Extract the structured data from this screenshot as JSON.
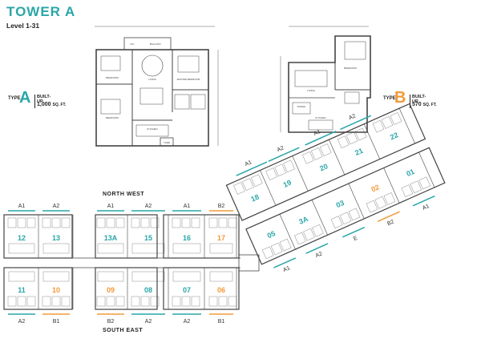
{
  "header": {
    "title": "TOWER A",
    "subtitle": "Level 1-31"
  },
  "type_a": {
    "label": "TYPE",
    "letter": "A",
    "built_up_label": "BUILT-UP",
    "size": "1,000",
    "unit": "SQ. FT."
  },
  "type_b": {
    "label": "TYPE",
    "letter": "B",
    "built_up_label": "BUILT-UP",
    "size": "570",
    "unit": "SQ. FT."
  },
  "compass": {
    "north": "NORTH WEST",
    "south": "SOUTH EAST"
  },
  "colors": {
    "teal": "#2aa6a8",
    "orange": "#f29a3a",
    "line": "#333333",
    "wall": "#444444"
  },
  "units_left_top": [
    "12",
    "13",
    "13A",
    "15",
    "16",
    "17"
  ],
  "units_left_bottom": [
    "11",
    "10",
    "09",
    "08",
    "07",
    "06"
  ],
  "types_left_top": [
    "A1",
    "A2",
    "A1",
    "A2",
    "A1",
    "B2"
  ],
  "types_left_bottom": [
    "A2",
    "B1",
    "B2",
    "A2",
    "A2",
    "B1"
  ],
  "units_right_top": [
    "18",
    "19",
    "20",
    "21",
    "22"
  ],
  "units_right_bottom": [
    "05",
    "3A",
    "03",
    "02",
    "01"
  ],
  "types_right_top": [
    "A1",
    "A2",
    "A1",
    "A2"
  ],
  "types_right_bottom": [
    "A1",
    "A2",
    "E",
    "B2",
    "A1"
  ],
  "room_labels": {
    "living": "LIVING",
    "bedroom": "BEDROOM",
    "kitchen": "KITCHEN",
    "dining": "DINING",
    "balcony": "BALCONY",
    "master": "MASTER BEDROOM",
    "bath": "BATH",
    "yard": "YARD",
    "ac": "A/C"
  }
}
